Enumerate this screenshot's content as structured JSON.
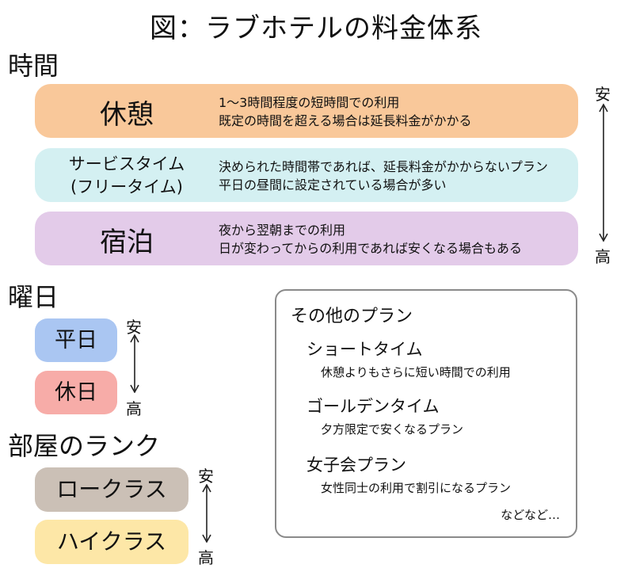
{
  "title": "図：ラブホテルの料金体系",
  "colors": {
    "rest": "#f9c89a",
    "service": "#d4f0f2",
    "stay": "#e3cbe9",
    "weekday": "#aac6f2",
    "holiday": "#f7aca8",
    "low": "#cbc0b6",
    "high": "#fde7a7",
    "line": "#222222"
  },
  "time": {
    "heading": "時間",
    "bars": [
      {
        "label": "休憩",
        "desc": [
          "1～3時間程度の短時間での利用",
          "既定の時間を超える場合は延長料金がかかる"
        ]
      },
      {
        "label_lines": [
          "サービスタイム",
          "(フリータイム)"
        ],
        "desc": [
          "決められた時間帯であれば、延長料金がかからないプラン",
          "平日の昼間に設定されている場合が多い"
        ]
      },
      {
        "label": "宿泊",
        "desc": [
          "夜から翌朝までの利用",
          "日が変わってからの利用であれば安くなる場合もある"
        ]
      }
    ],
    "cheap": "安",
    "expensive": "高"
  },
  "day": {
    "heading": "曜日",
    "items": [
      "平日",
      "休日"
    ],
    "cheap": "安",
    "expensive": "高"
  },
  "room": {
    "heading": "部屋のランク",
    "items": [
      "ロークラス",
      "ハイクラス"
    ],
    "cheap": "安",
    "expensive": "高"
  },
  "other": {
    "heading": "その他のプラン",
    "plans": [
      {
        "name": "ショートタイム",
        "desc": "休憩よりもさらに短い時間での利用"
      },
      {
        "name": "ゴールデンタイム",
        "desc": "夕方限定で安くなるプラン"
      },
      {
        "name": "女子会プラン",
        "desc": "女性同士の利用で割引になるプラン"
      }
    ],
    "etc": "などなど…"
  }
}
